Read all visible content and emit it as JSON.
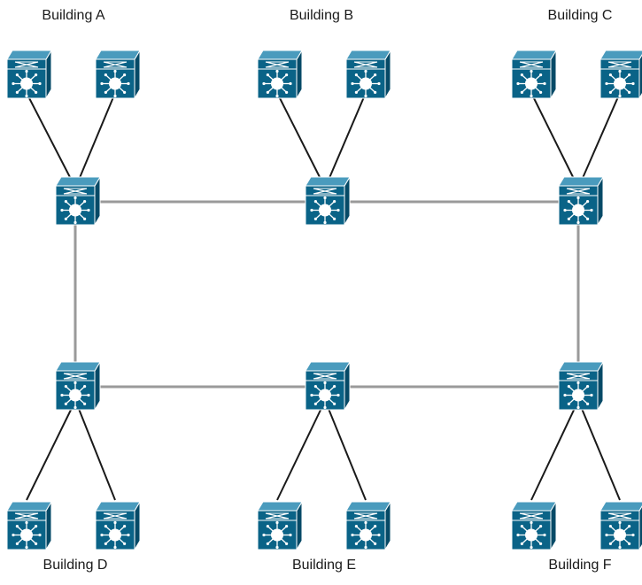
{
  "buildings": [
    {
      "id": "a",
      "label": "Building A"
    },
    {
      "id": "b",
      "label": "Building B"
    },
    {
      "id": "c",
      "label": "Building C"
    },
    {
      "id": "d",
      "label": "Building D"
    },
    {
      "id": "e",
      "label": "Building E"
    },
    {
      "id": "f",
      "label": "Building F"
    }
  ],
  "topology": {
    "core_switches": [
      "a",
      "b",
      "c",
      "d",
      "e",
      "f"
    ],
    "access_switches": [
      {
        "building": "a",
        "count": 2
      },
      {
        "building": "b",
        "count": 2
      },
      {
        "building": "c",
        "count": 2
      },
      {
        "building": "d",
        "count": 2
      },
      {
        "building": "e",
        "count": 2
      },
      {
        "building": "f",
        "count": 2
      }
    ],
    "core_links": [
      [
        "a",
        "b"
      ],
      [
        "b",
        "c"
      ],
      [
        "a",
        "d"
      ],
      [
        "c",
        "f"
      ],
      [
        "d",
        "e"
      ],
      [
        "e",
        "f"
      ]
    ],
    "device_icon": "layer3-switch-icon"
  },
  "colors": {
    "switch_front": "#0a6387",
    "switch_top": "#4a9bbd",
    "switch_side": "#064a67",
    "core_link": "#9a9a9a",
    "access_link": "#1a1a1a"
  }
}
